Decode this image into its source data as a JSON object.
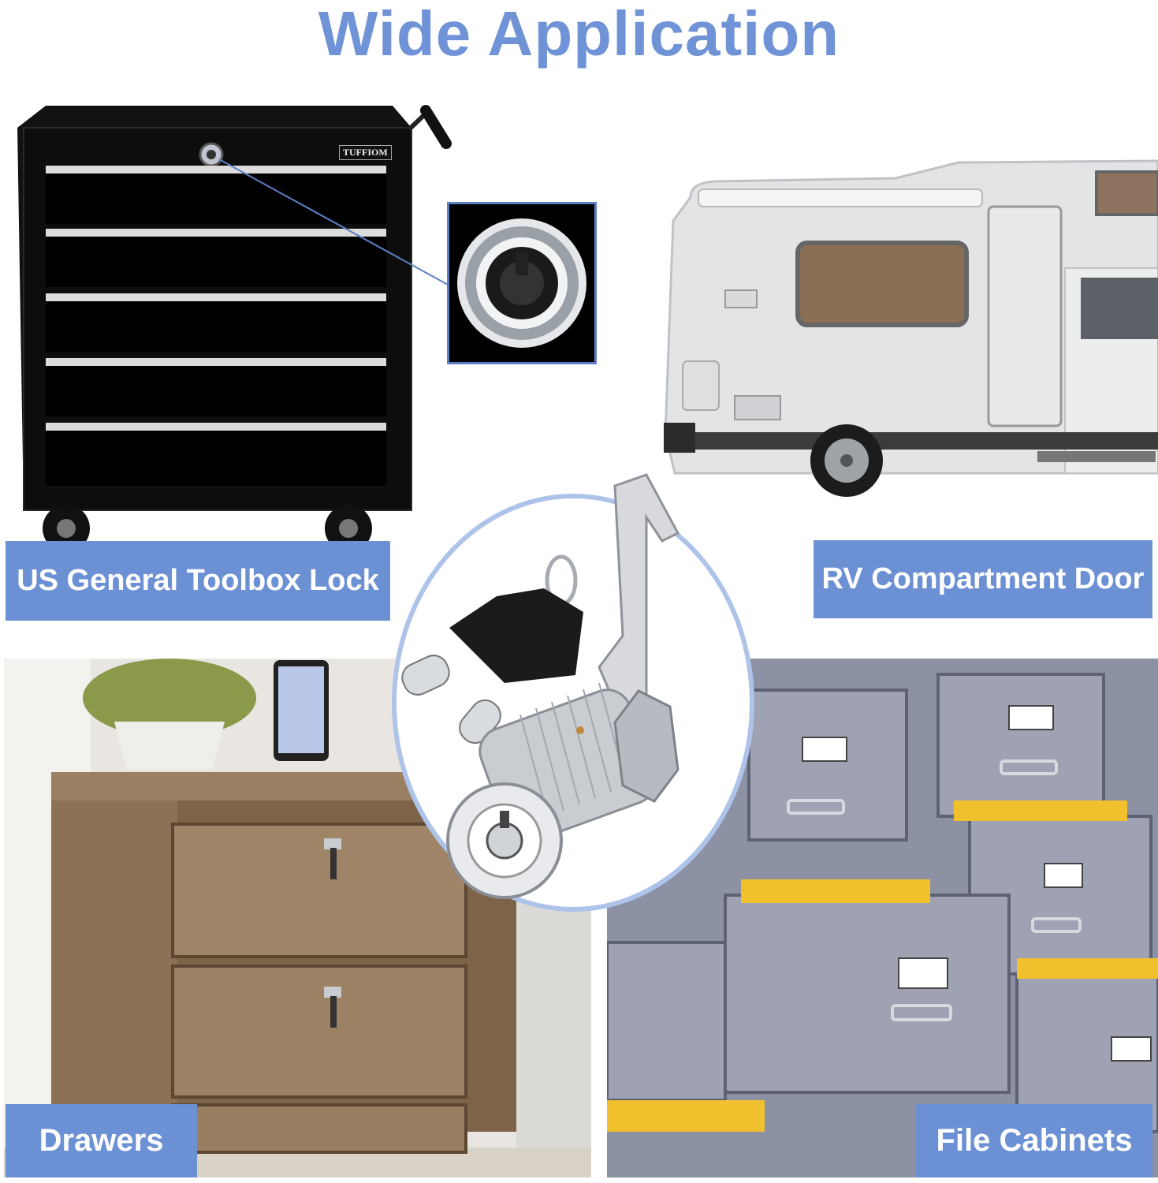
{
  "page": {
    "title": "Wide Application"
  },
  "labels": {
    "toolbox": "US General Toolbox Lock",
    "rv": "RV Compartment Door",
    "drawers": "Drawers",
    "cabinets": "File Cabinets"
  },
  "toolbox_brand": "TUFFIOM",
  "colors": {
    "title": "#6f93d6",
    "label_bg": "#6c90d4",
    "label_text": "#ffffff",
    "circle_ring": "#aec3ea"
  }
}
